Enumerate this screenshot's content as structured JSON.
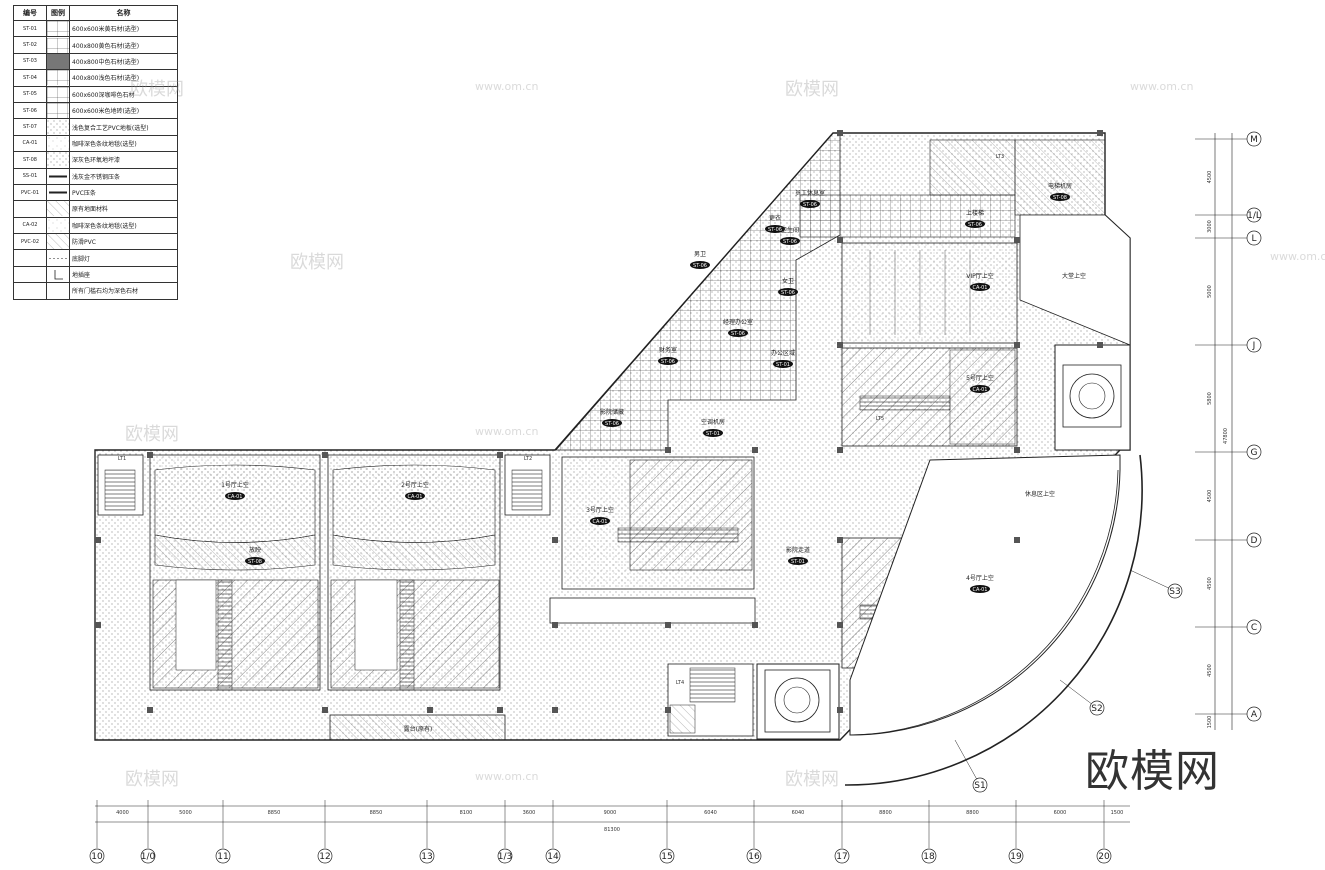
{
  "legend": {
    "headers": [
      "编号",
      "图例",
      "名称"
    ],
    "rows": [
      {
        "code": "ST-01",
        "pattern": "grid-fine",
        "name": "600x600米黄石材(选型)"
      },
      {
        "code": "ST-02",
        "pattern": "grid-fine",
        "name": "400x800黄色石材(选型)"
      },
      {
        "code": "ST-03",
        "pattern": "grid-dark",
        "name": "400x800中色石材(选型)"
      },
      {
        "code": "ST-04",
        "pattern": "grid-fine",
        "name": "400x800浅色石材(选型)"
      },
      {
        "code": "ST-05",
        "pattern": "grid-coarse",
        "name": "600x600深咖啡色石材"
      },
      {
        "code": "ST-06",
        "pattern": "grid-fine",
        "name": "600x600米色地砖(选型)"
      },
      {
        "code": "ST-07",
        "pattern": "dots",
        "name": "浅色复合工艺PVC地板(选型)"
      },
      {
        "code": "CA-01",
        "pattern": "dots-light",
        "name": "咖啡深色条纹地毯(选型)"
      },
      {
        "code": "ST-08",
        "pattern": "dots",
        "name": "深灰色环氧地坪漆"
      },
      {
        "code": "SS-01",
        "pattern": "bar",
        "name": "浅灰金不锈钢压条"
      },
      {
        "code": "PVC-01",
        "pattern": "bar",
        "name": "PVC压条"
      },
      {
        "code": "",
        "pattern": "hatch",
        "name": "原有地面材料"
      },
      {
        "code": "CA-02",
        "pattern": "dots-light",
        "name": "咖啡深色条纹地毯(选型)"
      },
      {
        "code": "PVC-02",
        "pattern": "hatch",
        "name": "防滑PVC"
      },
      {
        "code": "",
        "pattern": "dash",
        "name": "底脚灯"
      },
      {
        "code": "",
        "pattern": "corner",
        "name": "地插座"
      },
      {
        "code": "",
        "pattern": "blank",
        "name": "所有门槛石均为深色石材"
      }
    ]
  },
  "rooms": [
    {
      "name": "1号厅上空",
      "tag": "CA-01"
    },
    {
      "name": "2号厅上空",
      "tag": "CA-01"
    },
    {
      "name": "3号厅上空",
      "tag": "CA-01"
    },
    {
      "name": "VIP厅上空",
      "tag": "CA-01"
    },
    {
      "name": "5号厅上空",
      "tag": "CA-01"
    },
    {
      "name": "4号厅上空",
      "tag": "CA-01"
    },
    {
      "name": "大堂上空",
      "tag": ""
    },
    {
      "name": "休息区上空",
      "tag": ""
    },
    {
      "name": "电梯机房",
      "tag": "ST-08"
    },
    {
      "name": "员工休息室",
      "tag": "ST-06"
    },
    {
      "name": "更衣",
      "tag": "ST-06"
    },
    {
      "name": "卫生间",
      "tag": "ST-06"
    },
    {
      "name": "男卫",
      "tag": "ST-06"
    },
    {
      "name": "女卫",
      "tag": "ST-06"
    },
    {
      "name": "经理办公室",
      "tag": "ST-06"
    },
    {
      "name": "财务室",
      "tag": "ST-06"
    },
    {
      "name": "办公区域",
      "tag": "ST-01"
    },
    {
      "name": "影院储藏",
      "tag": "ST-06"
    },
    {
      "name": "空调机房",
      "tag": "ST-01"
    },
    {
      "name": "影院走道",
      "tag": "ST-01"
    },
    {
      "name": "放映",
      "tag": "ST-08"
    },
    {
      "name": "露台(原有)",
      "tag": ""
    },
    {
      "name": "上楼梯",
      "tag": "ST-06"
    }
  ],
  "axes": {
    "bottom": [
      "10",
      "1/0",
      "11",
      "12",
      "13",
      "1/3",
      "14",
      "15",
      "16",
      "17",
      "18",
      "19",
      "20"
    ],
    "right": [
      "M",
      "1/L",
      "L",
      "J",
      "G",
      "D",
      "C",
      "A"
    ],
    "segments": [
      "S1",
      "S2",
      "S3"
    ]
  },
  "dimensions": {
    "bottom_segments": [
      "4000",
      "5000",
      "8850",
      "8850",
      "8100",
      "3600",
      "9000",
      "6040",
      "6040",
      "8800",
      "8800",
      "6000",
      "1500"
    ],
    "bottom_total": "81300",
    "right_segments": [
      "4500",
      "3000",
      "5000",
      "5800",
      "4500",
      "4500",
      "4500",
      "1500"
    ],
    "right_total": "47800"
  },
  "stairs": [
    "LT1",
    "LT2",
    "LT3",
    "LT4",
    "LT5"
  ],
  "watermark": {
    "brand": "欧模网",
    "url": "www.om.cn"
  }
}
